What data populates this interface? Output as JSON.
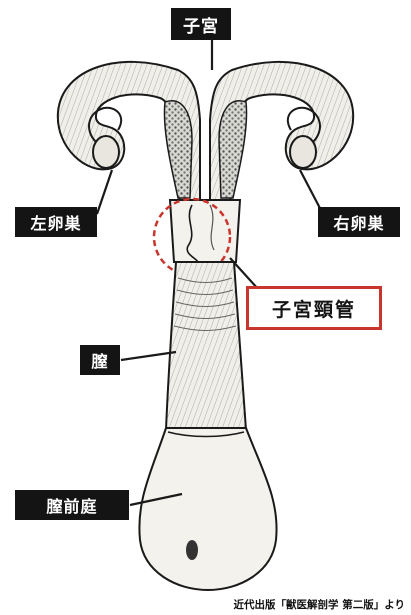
{
  "labels": {
    "uterus": "子宮",
    "left_ovary": "左卵巣",
    "right_ovary": "右卵巣",
    "cervical_canal": "子宮頸管",
    "vagina": "膣",
    "vestibule": "膣前庭"
  },
  "credit": "近代出版「獣医解剖学 第二版」より",
  "colors": {
    "highlight": "#c9352c",
    "label_bg": "#141414",
    "line": "#1a1a1a"
  }
}
